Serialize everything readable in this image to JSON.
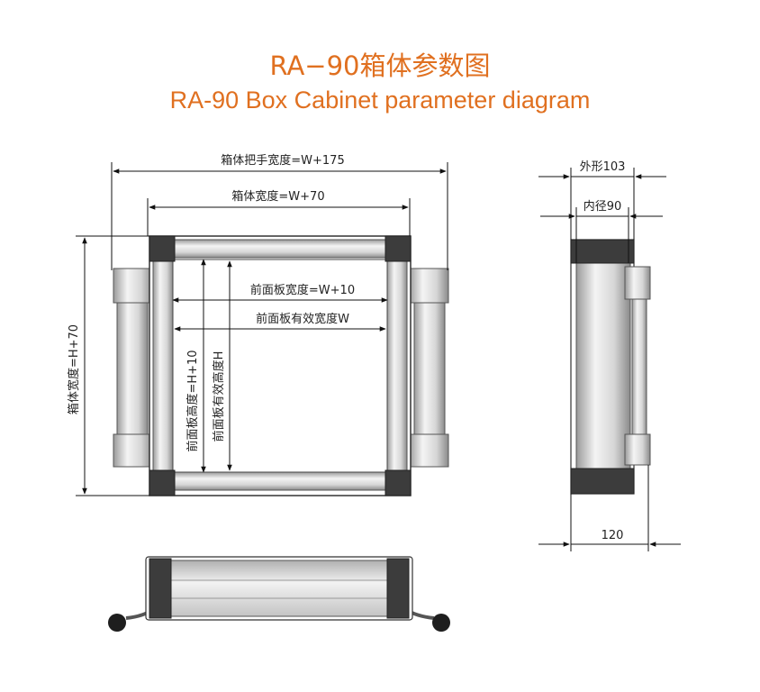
{
  "title_cn": "RA−90箱体参数图",
  "title_en": "RA-90 Box Cabinet parameter diagram",
  "accent_color": "#e07020",
  "front_view": {
    "handle_width_label": "箱体把手宽度=W+175",
    "box_width_label": "箱体宽度=W+70",
    "panel_width_label": "前面板宽度=W+10",
    "panel_effective_width_label": "前面板有效宽度W",
    "box_height_label": "箱体宽度=H+70",
    "panel_height_label": "前面板高度=H+10",
    "panel_effective_height_label": "前面板有效高度H"
  },
  "side_view": {
    "outer_label": "外形103",
    "inner_label": "内径90",
    "depth_label": "120"
  }
}
